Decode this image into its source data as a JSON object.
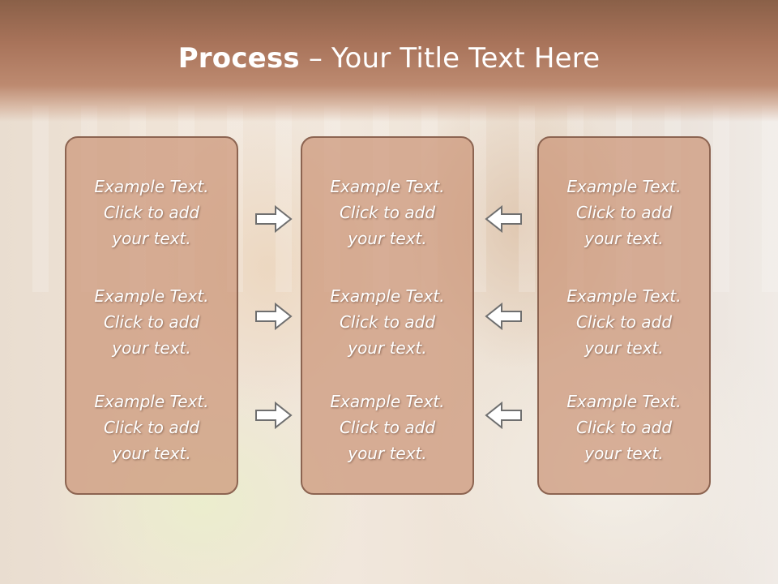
{
  "slide": {
    "title_bold": "Process",
    "title_rest": " – Your Title Text Here"
  },
  "columns": [
    {
      "cells": [
        {
          "l1": "Example Text.",
          "l2": "Click  to add",
          "l3": "your text."
        },
        {
          "l1": "Example Text.",
          "l2": "Click  to add",
          "l3": "your text."
        },
        {
          "l1": "Example Text.",
          "l2": "Click  to add",
          "l3": "your text."
        }
      ]
    },
    {
      "cells": [
        {
          "l1": "Example Text.",
          "l2": "Click  to add",
          "l3": "your text."
        },
        {
          "l1": "Example Text.",
          "l2": "Click  to add",
          "l3": "your text."
        },
        {
          "l1": "Example Text.",
          "l2": "Click  to add",
          "l3": "your text."
        }
      ]
    },
    {
      "cells": [
        {
          "l1": "Example Text.",
          "l2": "Click  to add",
          "l3": "your text."
        },
        {
          "l1": "Example Text.",
          "l2": "Click  to add",
          "l3": "your text."
        },
        {
          "l1": "Example Text.",
          "l2": "Click  to add",
          "l3": "your text."
        }
      ]
    }
  ],
  "arrows": {
    "left_group": "right-arrow-icon",
    "right_group": "left-arrow-icon"
  },
  "colors": {
    "header": "#a8735a",
    "box_fill": "#cc9678",
    "box_border": "#8c6451",
    "text": "#ffffff"
  }
}
